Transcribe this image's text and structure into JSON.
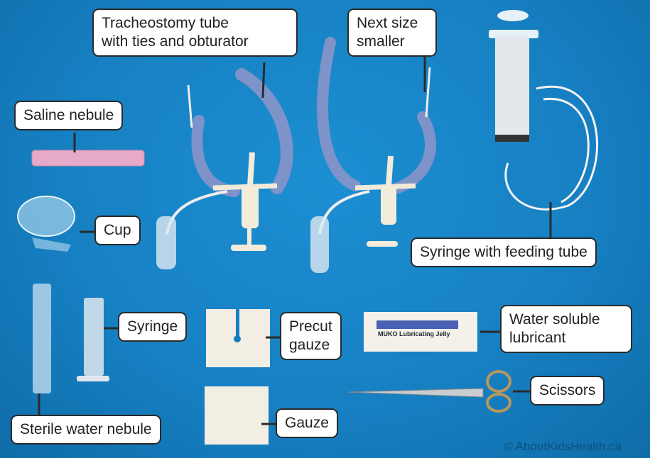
{
  "labels": {
    "trach_tube_line1": "Tracheostomy tube",
    "trach_tube_line2": "with ties and obturator",
    "next_size_line1": "Next size",
    "next_size_line2": "smaller",
    "saline_nebule": "Saline nebule",
    "cup": "Cup",
    "syringe_feeding_tube": "Syringe with feeding tube",
    "syringe": "Syringe",
    "precut_gauze_line1": "Precut",
    "precut_gauze_line2": "gauze",
    "lubricant_line1": "Water soluble",
    "lubricant_line2": "lubricant",
    "scissors": "Scissors",
    "gauze": "Gauze",
    "sterile_water_nebule": "Sterile water nebule"
  },
  "packet_text": "MUKO Lubricating Jelly",
  "copyright": "© AboutKidsHealth.ca",
  "colors": {
    "background": "#167fc1",
    "callout_bg": "#ffffff",
    "callout_border": "#2a2a2a"
  }
}
